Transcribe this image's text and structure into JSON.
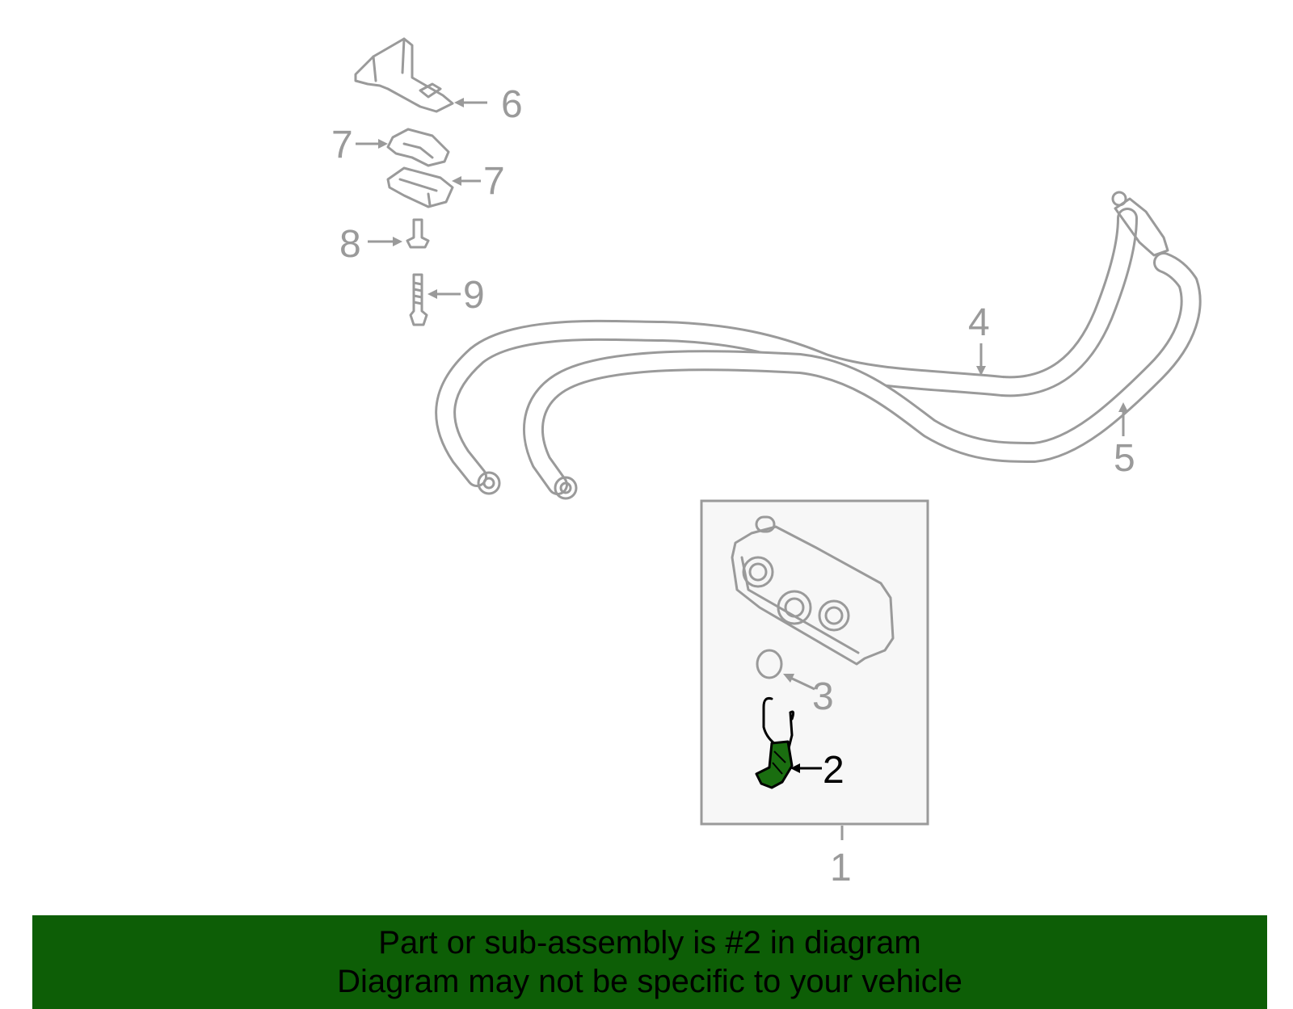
{
  "diagram": {
    "callouts": {
      "c1": "1",
      "c2": "2",
      "c3": "3",
      "c4": "4",
      "c5": "5",
      "c6": "6",
      "c7a": "7",
      "c7b": "7",
      "c8": "8",
      "c9": "9"
    },
    "highlighted_part": "2",
    "highlight_color": "#1a6e10",
    "part_line_color": "#9a9a9a"
  },
  "banner": {
    "line1": "Part or sub-assembly is #2 in diagram",
    "line2": "Diagram may not be specific to your vehicle",
    "background_color": "#0d5e06"
  }
}
